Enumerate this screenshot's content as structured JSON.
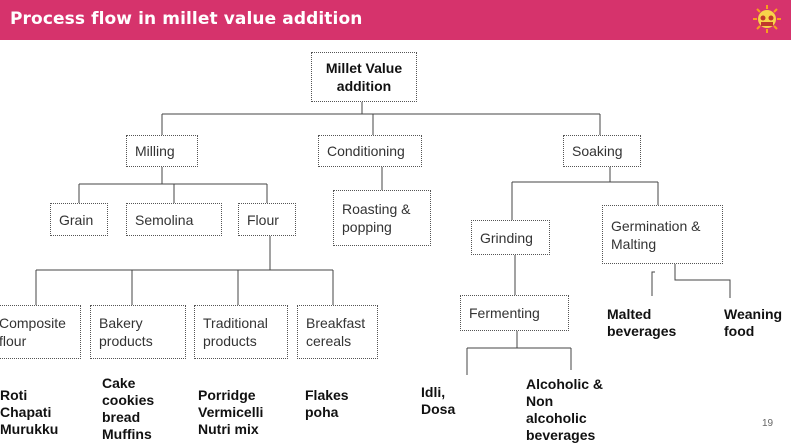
{
  "header": {
    "title": "Process flow in millet value addition"
  },
  "nodes": {
    "root": "Millet Value addition",
    "milling": "Milling",
    "conditioning": "Conditioning",
    "soaking": "Soaking",
    "grain": "Grain",
    "semolina": "Semolina",
    "flour": "Flour",
    "roasting": "Roasting & popping",
    "grinding": "Grinding",
    "germination": "Germination & Malting",
    "fermenting": "Fermenting",
    "composite": "Composite flour",
    "bakery": "Bakery products",
    "traditional": "Traditional products",
    "breakfast": "Breakfast cereals"
  },
  "leaves": {
    "composite": [
      "Roti",
      "Chapati",
      "Murukku"
    ],
    "bakery": [
      "Cake",
      "cookies",
      "bread",
      "Muffins"
    ],
    "traditional": [
      "Porridge",
      "Vermicelli",
      "Nutri mix"
    ],
    "breakfast": [
      "Flakes",
      "poha"
    ],
    "fermented": [
      "Idli,",
      "Dosa"
    ],
    "alcoholic": [
      "Alcoholic &",
      "Non",
      "alcoholic",
      "beverages"
    ],
    "malted": [
      "Malted",
      "beverages"
    ],
    "weaning": [
      "Weaning",
      "food"
    ]
  },
  "page_number": "19",
  "colors": {
    "header": "#d6336c",
    "header_text": "#ffffff",
    "connector": "#444444"
  }
}
